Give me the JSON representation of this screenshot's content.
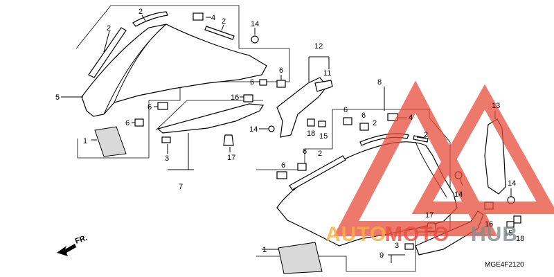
{
  "labels": {
    "l1a": "1",
    "l1b": "1",
    "l2a": "2",
    "l2b": "2",
    "l2c": "2",
    "l2d": "2",
    "l2e": "2",
    "l2f": "2",
    "l3a": "3",
    "l3b": "3",
    "l4a": "4",
    "l4b": "4",
    "l5": "5",
    "l6a": "6",
    "l6b": "6",
    "l6c": "6",
    "l6d": "6",
    "l6e": "6",
    "l6f": "6",
    "l6g": "6",
    "l6h": "6",
    "l7": "7",
    "l8": "8",
    "l9": "9",
    "l11": "11",
    "l12": "12",
    "l13": "13",
    "l14a": "14",
    "l14b": "14",
    "l14c": "14",
    "l14d": "14",
    "l15a": "15",
    "l15b": "15",
    "l16a": "16",
    "l16b": "16",
    "l17a": "17",
    "l17b": "17",
    "l18a": "18",
    "l18b": "18"
  },
  "direction_label": "FR.",
  "diagram_code": "MGE4F2120",
  "watermark": {
    "part1": "AUTO",
    "part2": "MOTO",
    "part3": "HUB"
  },
  "colors": {
    "watermark_orange": "#f5b041",
    "watermark_red": "#e74c3c",
    "watermark_grey": "#7f8c8d"
  }
}
